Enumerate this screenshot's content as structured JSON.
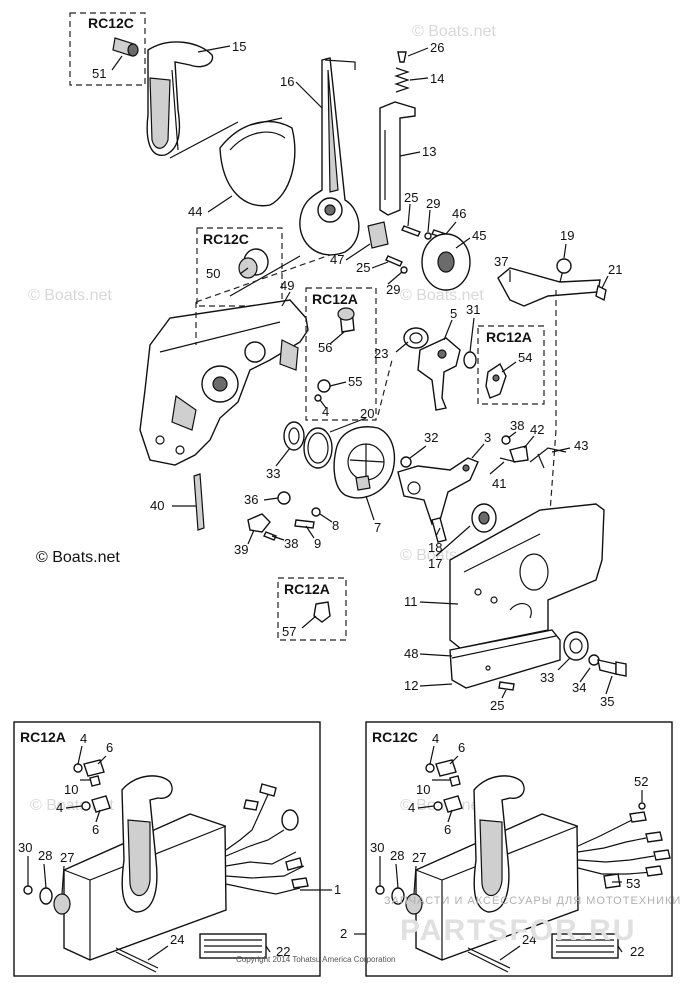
{
  "callouts": [
    {
      "id": "c15",
      "text": "15"
    },
    {
      "id": "c51",
      "text": "51"
    },
    {
      "id": "c16",
      "text": "16"
    },
    {
      "id": "c26",
      "text": "26"
    },
    {
      "id": "c14",
      "text": "14"
    },
    {
      "id": "c13",
      "text": "13"
    },
    {
      "id": "c44",
      "text": "44"
    },
    {
      "id": "c25a",
      "text": "25"
    },
    {
      "id": "c29a",
      "text": "29"
    },
    {
      "id": "c46",
      "text": "46"
    },
    {
      "id": "c45",
      "text": "45"
    },
    {
      "id": "c47",
      "text": "47"
    },
    {
      "id": "c25b",
      "text": "25"
    },
    {
      "id": "c29b",
      "text": "29"
    },
    {
      "id": "c50",
      "text": "50"
    },
    {
      "id": "c49",
      "text": "49"
    },
    {
      "id": "c19",
      "text": "19"
    },
    {
      "id": "c37",
      "text": "37"
    },
    {
      "id": "c21",
      "text": "21"
    },
    {
      "id": "c31",
      "text": "31"
    },
    {
      "id": "c5",
      "text": "5"
    },
    {
      "id": "c56",
      "text": "56"
    },
    {
      "id": "c23",
      "text": "23"
    },
    {
      "id": "c54",
      "text": "54"
    },
    {
      "id": "c55",
      "text": "55"
    },
    {
      "id": "c4a",
      "text": "4"
    },
    {
      "id": "c20",
      "text": "20"
    },
    {
      "id": "c38a",
      "text": "38"
    },
    {
      "id": "c42",
      "text": "42"
    },
    {
      "id": "c32",
      "text": "32"
    },
    {
      "id": "c3",
      "text": "3"
    },
    {
      "id": "c43",
      "text": "43"
    },
    {
      "id": "c33a",
      "text": "33"
    },
    {
      "id": "c41",
      "text": "41"
    },
    {
      "id": "c36",
      "text": "36"
    },
    {
      "id": "c40",
      "text": "40"
    },
    {
      "id": "c8",
      "text": "8"
    },
    {
      "id": "c7",
      "text": "7"
    },
    {
      "id": "c9",
      "text": "9"
    },
    {
      "id": "c39",
      "text": "39"
    },
    {
      "id": "c38b",
      "text": "38"
    },
    {
      "id": "c18",
      "text": "18"
    },
    {
      "id": "c17",
      "text": "17"
    },
    {
      "id": "c11",
      "text": "11"
    },
    {
      "id": "c57",
      "text": "57"
    },
    {
      "id": "c48",
      "text": "48"
    },
    {
      "id": "c33b",
      "text": "33"
    },
    {
      "id": "c34",
      "text": "34"
    },
    {
      "id": "c12",
      "text": "12"
    },
    {
      "id": "c35",
      "text": "35"
    },
    {
      "id": "c25c",
      "text": "25"
    },
    {
      "id": "a4a",
      "text": "4"
    },
    {
      "id": "a6a",
      "text": "6"
    },
    {
      "id": "a10",
      "text": "10"
    },
    {
      "id": "a4b",
      "text": "4"
    },
    {
      "id": "a6b",
      "text": "6"
    },
    {
      "id": "a30",
      "text": "30"
    },
    {
      "id": "a28",
      "text": "28"
    },
    {
      "id": "a27",
      "text": "27"
    },
    {
      "id": "a1",
      "text": "1"
    },
    {
      "id": "a24",
      "text": "24"
    },
    {
      "id": "a22",
      "text": "22"
    },
    {
      "id": "b4a",
      "text": "4"
    },
    {
      "id": "b6a",
      "text": "6"
    },
    {
      "id": "b10",
      "text": "10"
    },
    {
      "id": "b4b",
      "text": "4"
    },
    {
      "id": "b6b",
      "text": "6"
    },
    {
      "id": "b52",
      "text": "52"
    },
    {
      "id": "b30",
      "text": "30"
    },
    {
      "id": "b28",
      "text": "28"
    },
    {
      "id": "b27",
      "text": "27"
    },
    {
      "id": "b53",
      "text": "53"
    },
    {
      "id": "b2",
      "text": "2"
    },
    {
      "id": "b24",
      "text": "24"
    },
    {
      "id": "b22",
      "text": "22"
    }
  ],
  "boxes": {
    "rc12c_top": "RC12C",
    "rc12c_mid": "RC12C",
    "rc12a_mid": "RC12A",
    "rc12a_right": "RC12A",
    "rc12a_small": "RC12A",
    "rc12a_panel": "RC12A",
    "rc12c_panel": "RC12C"
  },
  "copyright": "© Boats.net",
  "watermarks": [
    "© Boats.net",
    "© Boats.net",
    "© Boats.net",
    "© Boats.net",
    "© Boats.net",
    "© Boats.net"
  ],
  "footer": "Copyright 2014 Tohatsu America Corporation",
  "brand": {
    "line1": "ЗАПЧАСТИ И АКСЕССУАРЫ ДЛЯ МОТОТЕХНИКИ",
    "line2": "PARTSFOR.RU"
  }
}
